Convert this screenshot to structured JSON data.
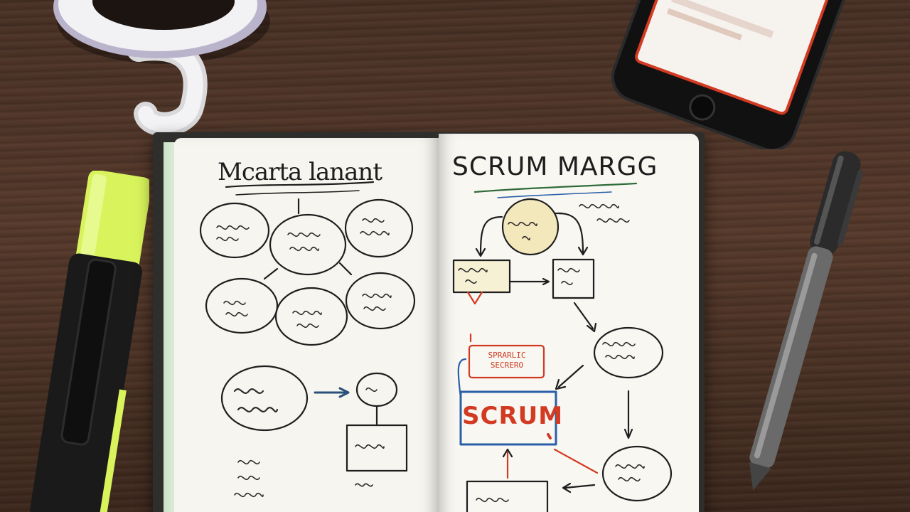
{
  "colors": {
    "wood_top": "#4a3125",
    "wood_mid": "#573a2b",
    "wood_bottom": "#3d281d",
    "paper": "#f7f5ef",
    "ink": "#1e1e1e",
    "accent_red": "#d23a22",
    "accent_blue": "#2a5fa8",
    "highlighter": "#d8f35b"
  },
  "notebook": {
    "left_title": "Mcarta lanant",
    "right_title": "SCRUM MARGG",
    "right_center_label": "SCRUM",
    "right_red_label": "SPRARLIC SECRERO"
  },
  "icons": {
    "coffee": "coffee-mug-icon",
    "phone": "smartphone-icon",
    "pen": "pen-icon",
    "marker": "highlighter-icon"
  }
}
